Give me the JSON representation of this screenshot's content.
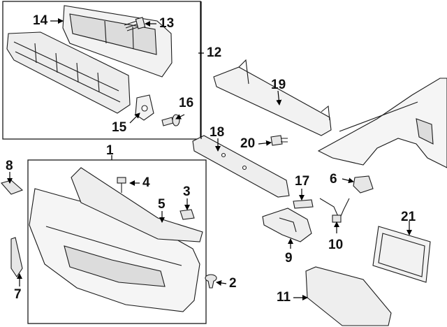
{
  "colors": {
    "line": "#1a1a1a",
    "fill": "#f2f2f2",
    "shade": "#d6d6d6",
    "arrow": "#000000"
  },
  "callouts": {
    "c1": "1",
    "c2": "2",
    "c3": "3",
    "c4": "4",
    "c5": "5",
    "c6": "6",
    "c7": "7",
    "c8": "8",
    "c9": "9",
    "c10": "10",
    "c11": "11",
    "c12": "12",
    "c13": "13",
    "c14": "14",
    "c15": "15",
    "c16": "16",
    "c17": "17",
    "c18": "18",
    "c19": "19",
    "c20": "20",
    "c21": "21"
  }
}
